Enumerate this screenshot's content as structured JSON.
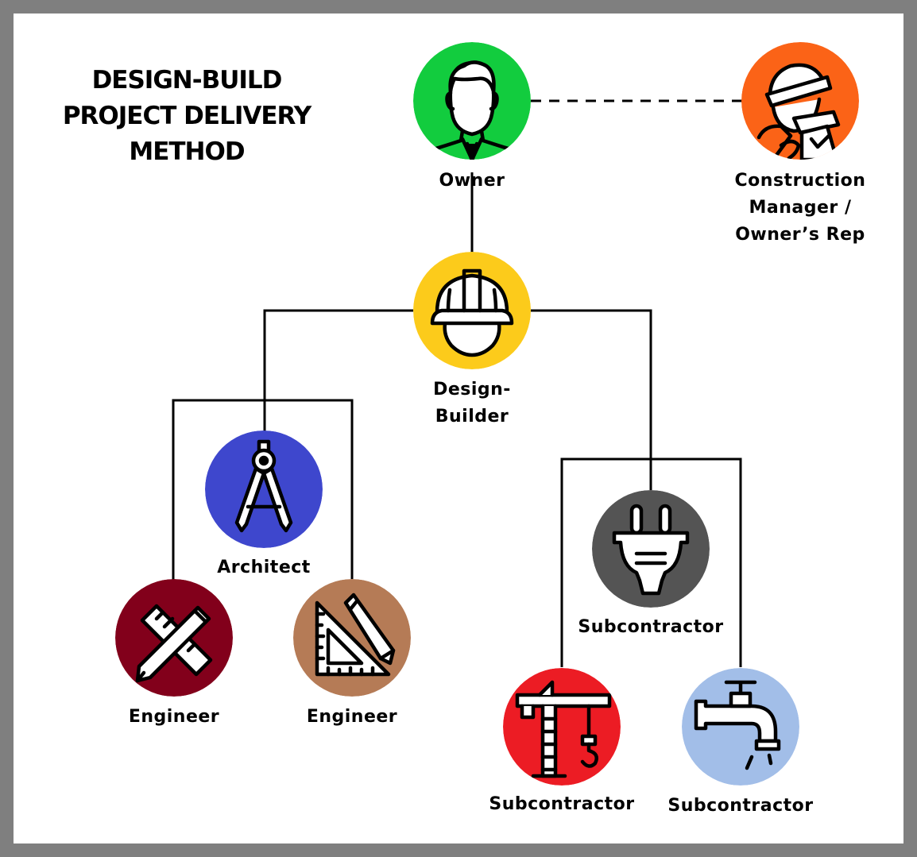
{
  "title": {
    "line1": "DESIGN-BUILD",
    "line2": "PROJECT DELIVERY",
    "line3": "METHOD"
  },
  "nodes": {
    "owner": {
      "label": "Owner",
      "color": "#12cc3e",
      "icon": "businessman-icon"
    },
    "construction_manager": {
      "label_line1": "Construction",
      "label_line2": "Manager /",
      "label_line3": "Owner’s Rep",
      "color": "#fb6317",
      "icon": "surveyor-icon"
    },
    "design_builder": {
      "label_line1": "Design-",
      "label_line2": "Builder",
      "color": "#fccb1b",
      "icon": "hard-hat-icon"
    },
    "architect": {
      "label": "Architect",
      "color": "#3e47cd",
      "icon": "compass-icon"
    },
    "engineer_left": {
      "label": "Engineer",
      "color": "#82001b",
      "icon": "ruler-pencil-icon"
    },
    "engineer_right": {
      "label": "Engineer",
      "color": "#b57b56",
      "icon": "set-square-icon"
    },
    "subcontractor_electrical": {
      "label": "Subcontractor",
      "color": "#545454",
      "icon": "plug-icon"
    },
    "subcontractor_crane": {
      "label": "Subcontractor",
      "color": "#ec1c24",
      "icon": "crane-icon"
    },
    "subcontractor_plumbing": {
      "label": "Subcontractor",
      "color": "#a2bee8",
      "icon": "faucet-icon"
    }
  }
}
